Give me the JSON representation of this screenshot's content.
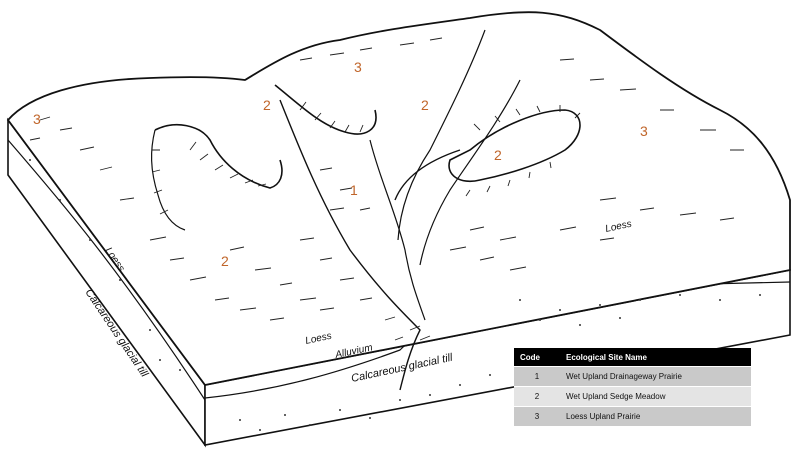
{
  "diagram": {
    "region_codes": [
      "3",
      "2",
      "3",
      "2",
      "2",
      "3",
      "1",
      "2"
    ],
    "strata_labels": {
      "loess_left": "Loess",
      "glacial_till_left": "Calcareous glacial till",
      "loess_front": "Loess",
      "alluvium": "Alluvium",
      "glacial_till_front": "Calcareous glacial till",
      "loess_right": "Loess"
    }
  },
  "legend": {
    "headers": [
      "Code",
      "Ecological Site Name"
    ],
    "rows": [
      {
        "code": "1",
        "name": "Wet Upland Drainageway Prairie"
      },
      {
        "code": "2",
        "name": "Wet Upland Sedge Meadow"
      },
      {
        "code": "3",
        "name": "Loess Upland Prairie"
      }
    ]
  }
}
